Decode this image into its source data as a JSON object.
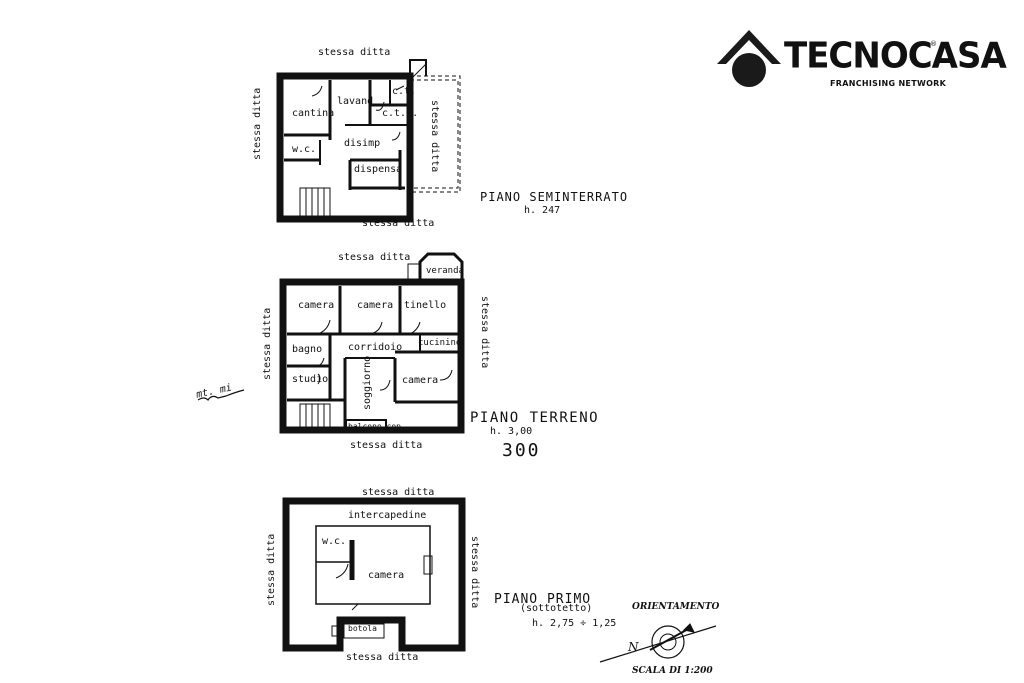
{
  "logo": {
    "brand": "TECNOCASA",
    "tagline": "FRANCHISING NETWORK",
    "registered": "®"
  },
  "basement": {
    "title": "PIANO SEMINTERRATO",
    "height": "h. 247",
    "labels": {
      "top": "stessa ditta",
      "bottom": "stessa ditta",
      "left": "stessa ditta",
      "right": "stessa ditta",
      "cantina": "cantina",
      "lavand": "lavand",
      "ct1": "c.t.",
      "ct2": "c.t.c.",
      "wc": "w.c.",
      "disimp": "disimp",
      "dispensa": "dispensa"
    }
  },
  "ground": {
    "title": "PIANO TERRENO",
    "height": "h. 3,00",
    "handwritten_number": "300",
    "handwritten_note": "mt. mi",
    "labels": {
      "top": "stessa ditta",
      "bottom": "stessa ditta",
      "left": "stessa ditta",
      "right": "stessa ditta",
      "veranda": "veranda",
      "camera1": "camera",
      "camera2": "camera",
      "tinello": "tinello",
      "bagno": "bagno",
      "corridoio": "corridoio",
      "cucinino": "cucinino",
      "studio": "studio",
      "soggiorno": "soggiorno",
      "camera3": "camera",
      "balcone": "balcone cop."
    }
  },
  "first": {
    "title": "PIANO PRIMO",
    "subtitle": "(sottotetto)",
    "height": "h. 2,75 ÷ 1,25",
    "labels": {
      "top": "stessa ditta",
      "bottom": "stessa ditta",
      "left": "stessa ditta",
      "right": "stessa ditta",
      "intercapedine": "intercapedine",
      "wc": "w.c.",
      "camera": "camera",
      "botola": "botola"
    }
  },
  "orientation": {
    "label": "ORIENTAMENTO",
    "north": "N",
    "scale": "SCALA DI 1:200"
  }
}
